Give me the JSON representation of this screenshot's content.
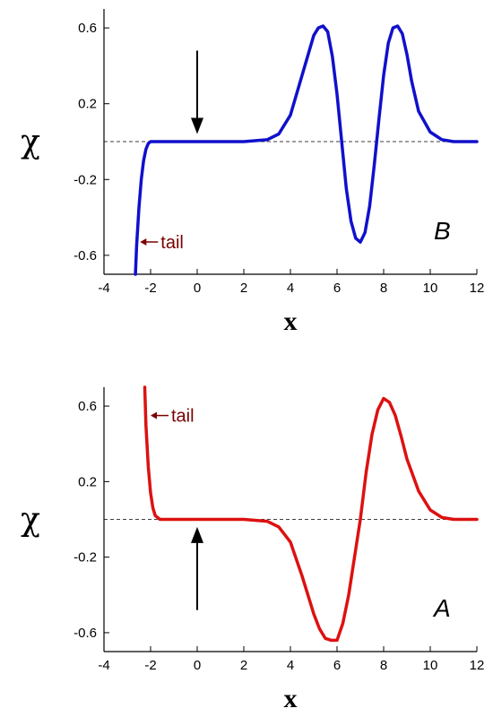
{
  "chart_data": [
    {
      "type": "line",
      "panel_label": "B",
      "xlabel": "x",
      "ylabel": "χ",
      "xlim": [
        -4,
        12
      ],
      "ylim": [
        -0.7,
        0.7
      ],
      "x_ticks": [
        -4,
        -2,
        0,
        2,
        4,
        6,
        8,
        10,
        12
      ],
      "y_ticks": [
        0.6,
        0.2,
        -0.2,
        -0.6
      ],
      "x_tick_labels": [
        "-4",
        "-2",
        "0",
        "2",
        "4",
        "6",
        "8",
        "10",
        "12"
      ],
      "y_tick_labels": [
        "0.6",
        "0.2",
        "-0.2",
        "-0.6"
      ],
      "reference_line_y": 0,
      "series": [
        {
          "color": "#1010cc",
          "x": [
            -2.65,
            -2.6,
            -2.5,
            -2.4,
            -2.3,
            -2.2,
            -2.1,
            -2.0,
            -1.8,
            -1.5,
            -1.0,
            0,
            1,
            2,
            3,
            3.5,
            4,
            4.5,
            5,
            5.2,
            5.4,
            5.6,
            5.8,
            6.0,
            6.2,
            6.4,
            6.6,
            6.8,
            7.0,
            7.2,
            7.4,
            7.6,
            7.8,
            8.0,
            8.2,
            8.4,
            8.6,
            8.8,
            9.0,
            9.2,
            9.5,
            10,
            10.5,
            11,
            11.5,
            12
          ],
          "y": [
            -0.7,
            -0.55,
            -0.35,
            -0.2,
            -0.1,
            -0.04,
            -0.01,
            0.0,
            0.0,
            0.0,
            0.0,
            0.0,
            0.0,
            0.0,
            0.01,
            0.04,
            0.14,
            0.35,
            0.56,
            0.6,
            0.61,
            0.58,
            0.45,
            0.25,
            0.0,
            -0.25,
            -0.42,
            -0.51,
            -0.53,
            -0.48,
            -0.34,
            -0.12,
            0.12,
            0.35,
            0.52,
            0.6,
            0.61,
            0.57,
            0.46,
            0.32,
            0.16,
            0.05,
            0.01,
            0.0,
            0.0,
            0.0
          ]
        }
      ],
      "annotations": [
        {
          "text": "tail",
          "x": -2.45,
          "y": -0.53,
          "color": "#7a0000"
        },
        {
          "text": "",
          "x": 0,
          "y": 0.04,
          "kind": "arrow-down",
          "from_y": 0.48,
          "color": "#000000"
        }
      ]
    },
    {
      "type": "line",
      "panel_label": "A",
      "xlabel": "x",
      "ylabel": "χ",
      "xlim": [
        -4,
        12
      ],
      "ylim": [
        -0.7,
        0.7
      ],
      "x_ticks": [
        -4,
        -2,
        0,
        2,
        4,
        6,
        8,
        10,
        12
      ],
      "y_ticks": [
        0.6,
        0.2,
        -0.2,
        -0.6
      ],
      "x_tick_labels": [
        "-4",
        "-2",
        "0",
        "2",
        "4",
        "6",
        "8",
        "10",
        "12"
      ],
      "y_tick_labels": [
        "0.6",
        "0.2",
        "-0.2",
        "-0.6"
      ],
      "reference_line_y": 0,
      "series": [
        {
          "color": "#dd1111",
          "x": [
            -2.25,
            -2.2,
            -2.1,
            -2.0,
            -1.9,
            -1.8,
            -1.6,
            -1.4,
            -1.0,
            0,
            1,
            2,
            3,
            3.5,
            4,
            4.5,
            5,
            5.25,
            5.5,
            5.75,
            6.0,
            6.25,
            6.5,
            6.75,
            7.0,
            7.25,
            7.5,
            7.75,
            8.0,
            8.25,
            8.5,
            8.75,
            9.0,
            9.5,
            10,
            10.5,
            11,
            12
          ],
          "y": [
            0.7,
            0.5,
            0.28,
            0.14,
            0.06,
            0.02,
            0.0,
            0.0,
            0.0,
            0.0,
            0.0,
            0.0,
            -0.01,
            -0.04,
            -0.12,
            -0.3,
            -0.5,
            -0.58,
            -0.63,
            -0.64,
            -0.64,
            -0.55,
            -0.4,
            -0.2,
            0.0,
            0.25,
            0.45,
            0.58,
            0.64,
            0.62,
            0.55,
            0.44,
            0.32,
            0.15,
            0.05,
            0.01,
            0.0,
            0.0
          ]
        }
      ],
      "annotations": [
        {
          "text": "tail",
          "x": -2.0,
          "y": 0.55,
          "color": "#7a0000"
        },
        {
          "text": "",
          "x": 0,
          "y": -0.04,
          "kind": "arrow-up",
          "from_y": -0.48,
          "color": "#000000"
        }
      ]
    }
  ]
}
